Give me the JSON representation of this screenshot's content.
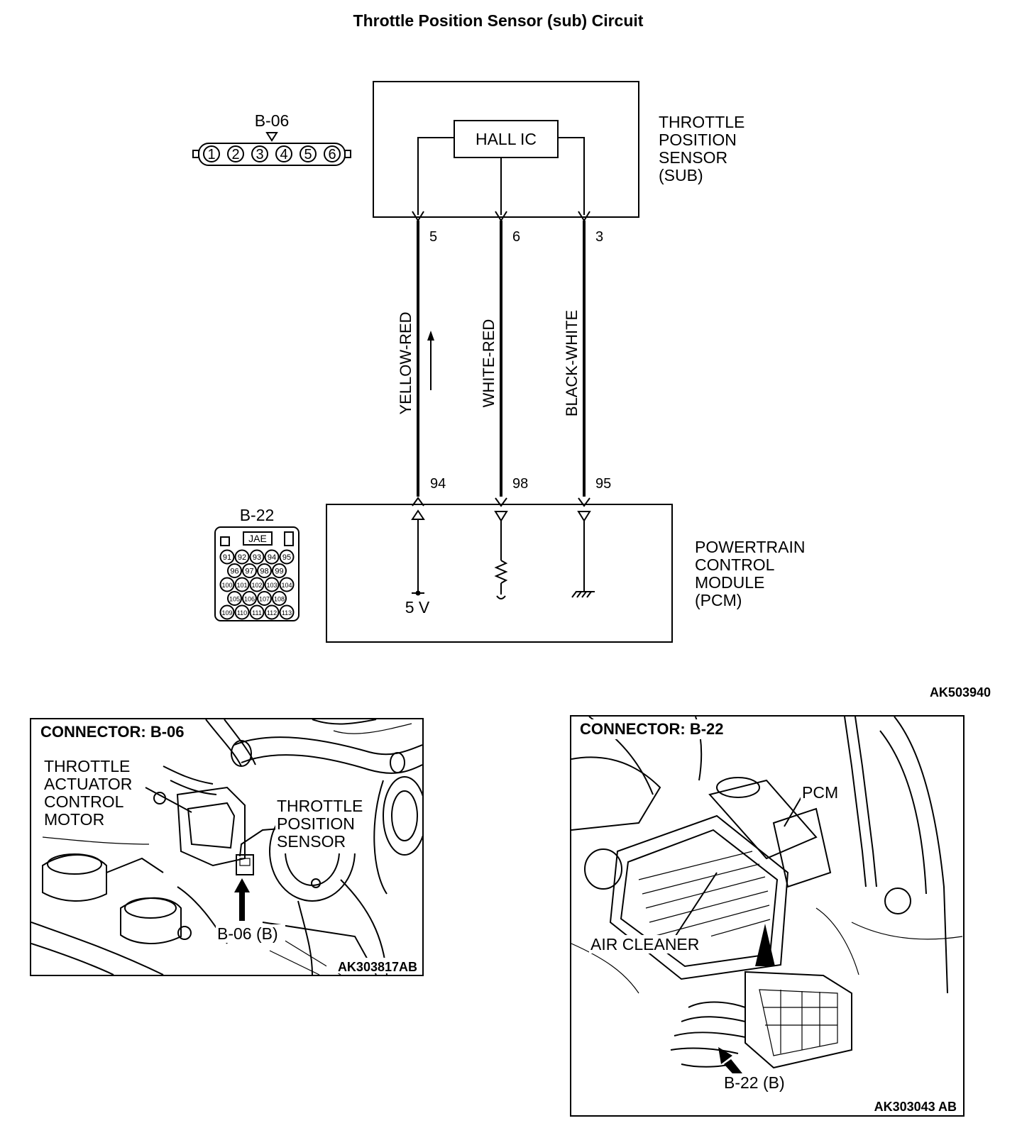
{
  "title": "Throttle Position Sensor (sub) Circuit",
  "sensor": {
    "label_lines": [
      "THROTTLE",
      "POSITION",
      "SENSOR",
      "(SUB)"
    ],
    "ic_label": "HALL IC",
    "connector": "B-06",
    "connector_pins": [
      "1",
      "2",
      "3",
      "4",
      "5",
      "6"
    ]
  },
  "pcm": {
    "label_lines": [
      "POWERTRAIN",
      "CONTROL",
      "MODULE",
      "(PCM)"
    ],
    "connector": "B-22",
    "connector_brand": "JAE",
    "connector_rows": [
      [
        "91",
        "92",
        "93",
        "94",
        "95"
      ],
      [
        "96",
        "97",
        "98",
        "99"
      ],
      [
        "100",
        "101",
        "102",
        "103",
        "104"
      ],
      [
        "105",
        "106",
        "107",
        "108"
      ],
      [
        "109",
        "110",
        "111",
        "112",
        "113"
      ]
    ],
    "supply_label": "5 V"
  },
  "wires": [
    {
      "color": "YELLOW-RED",
      "sensor_pin": "5",
      "pcm_pin": "94"
    },
    {
      "color": "WHITE-RED",
      "sensor_pin": "6",
      "pcm_pin": "98"
    },
    {
      "color": "BLACK-WHITE",
      "sensor_pin": "3",
      "pcm_pin": "95"
    }
  ],
  "diagram_code": "AK503940",
  "photo_left": {
    "title": "CONNECTOR: B-06",
    "callouts": {
      "motor": [
        "THROTTLE",
        "ACTUATOR",
        "CONTROL",
        "MOTOR"
      ],
      "sensor": [
        "THROTTLE",
        "POSITION",
        "SENSOR"
      ],
      "connector": "B-06 (B)"
    },
    "code": "AK303817AB"
  },
  "photo_right": {
    "title": "CONNECTOR: B-22",
    "callouts": {
      "pcm": "PCM",
      "air_cleaner": "AIR CLEANER",
      "connector": "B-22 (B)"
    },
    "code": "AK303043 AB"
  }
}
